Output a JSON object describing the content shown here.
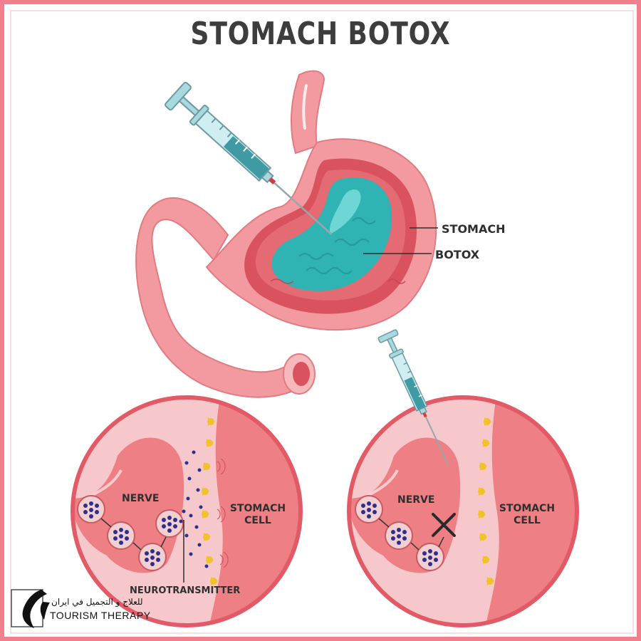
{
  "title": "STOMACH BOTOX",
  "labels": {
    "stomach": "STOMACH",
    "botox": "BOTOX",
    "nerve_left": "NERVE",
    "stomach_cell_left": "STOMACH CELL",
    "neurotransmitter": "NEUROTRANSMITTER",
    "nerve_right": "NERVE",
    "stomach_cell_right": "STOMACH CELL"
  },
  "brand": {
    "arabic": "للعلاج و التجميل في ايران",
    "english": "TOURISM THERAPY"
  },
  "colors": {
    "border": "#f27f8e",
    "stomach_outer": "#f29a9f",
    "stomach_inner": "#d9525e",
    "botox_fill": "#2fb3b3",
    "syringe_body": "#a9d9de",
    "syringe_liquid": "#3f9aa3",
    "vesicle_dots": "#2d2f8c",
    "receptor": "#f2c12e",
    "circle_bg": "#f7c8cb",
    "cell_fill": "#ee7f84"
  }
}
